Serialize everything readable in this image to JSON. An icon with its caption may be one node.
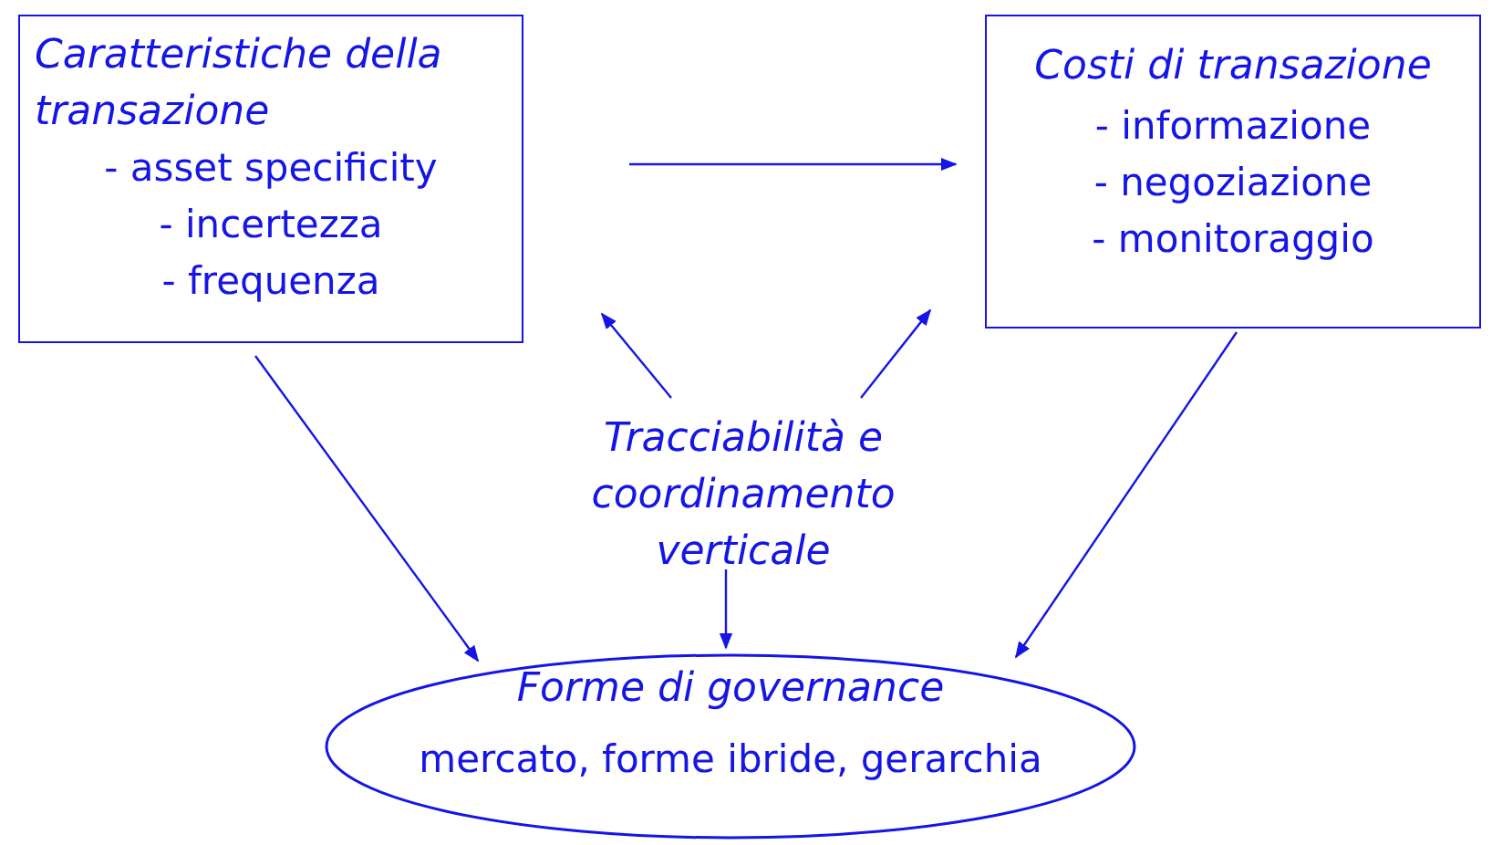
{
  "diagram": {
    "nodes": [
      {
        "text": [
          "Caratteristiche della transazione",
          "- asset specificity",
          "- incertezza",
          "- frequenza"
        ]
      },
      {
        "text": [
          "Costi di transazione",
          "- informazione",
          "- negoziazione",
          "- monitoraggio"
        ]
      },
      {
        "text": [
          "Tracciabilità e coordinamento verticale"
        ]
      },
      {
        "text": [
          "Forme di governance",
          "mercato, forme ibride, gerarchia"
        ]
      }
    ],
    "edges": [
      {
        "from": 0,
        "to": 1,
        "arrow": "to"
      },
      {
        "from": 2,
        "to": 0,
        "arrow": "to"
      },
      {
        "from": 2,
        "to": 1,
        "arrow": "to"
      },
      {
        "from": 2,
        "to": 3,
        "arrow": "to"
      },
      {
        "from": 0,
        "to": 3,
        "arrow": "to"
      },
      {
        "from": 1,
        "to": 3,
        "arrow": "to"
      }
    ]
  }
}
